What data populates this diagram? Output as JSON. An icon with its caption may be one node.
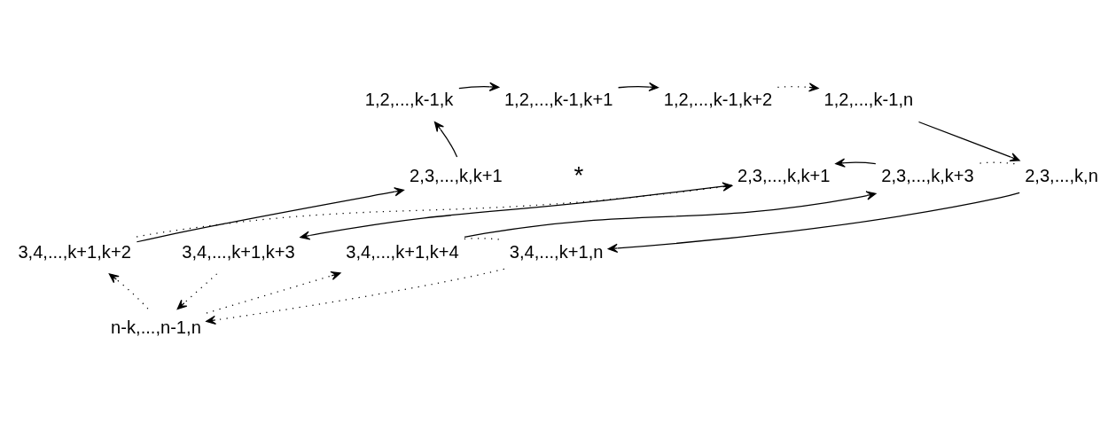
{
  "diagram": {
    "nodes": [
      {
        "text": [
          "1,2,...,k-1,k"
        ]
      },
      {
        "text": [
          "1,2,...,k-1,k+1"
        ]
      },
      {
        "text": [
          "1,2,...,k-1,k+2"
        ]
      },
      {
        "text": [
          "1,2,...,k-1,n"
        ]
      },
      {
        "text": [
          "2,3,...,k,k+1"
        ]
      },
      {
        "text": [
          "2,3,...,k,k+1"
        ]
      },
      {
        "text": [
          "2,3,...,k,k+3"
        ]
      },
      {
        "text": [
          "2,3,...,k,n"
        ]
      },
      {
        "text": [
          "3,4,...,k+1,k+2"
        ]
      },
      {
        "text": [
          "3,4,...,k+1,k+3"
        ]
      },
      {
        "text": [
          "3,4,...,k+1,k+4"
        ]
      },
      {
        "text": [
          "3,4,...,k+1,n"
        ]
      },
      {
        "text": [
          "n-k,...,n-1,n"
        ]
      }
    ],
    "edges": [
      {
        "from": 0,
        "to": 1,
        "arrow": "to"
      },
      {
        "from": 1,
        "to": 2,
        "arrow": "to"
      },
      {
        "from": 2,
        "to": 3,
        "arrow": "to",
        "style": "dashed"
      },
      {
        "from": 4,
        "to": 0,
        "arrow": "to"
      },
      {
        "from": 6,
        "to": 5,
        "arrow": "to"
      },
      {
        "from": 6,
        "to": 7,
        "arrow": "none",
        "style": "dashed"
      },
      {
        "from": 3,
        "to": 7,
        "arrow": "to"
      },
      {
        "from": 8,
        "to": 4,
        "arrow": "to"
      },
      {
        "from": 8,
        "to": 5,
        "arrow": "to",
        "style": "dashed"
      },
      {
        "from": 5,
        "to": 9,
        "arrow": "to"
      },
      {
        "from": 10,
        "to": 6,
        "arrow": "to"
      },
      {
        "from": 10,
        "to": 11,
        "arrow": "none",
        "style": "dashed"
      },
      {
        "from": 7,
        "to": 11,
        "arrow": "to"
      },
      {
        "from": 12,
        "to": 8,
        "arrow": "to",
        "style": "dashed"
      },
      {
        "from": 9,
        "to": 12,
        "arrow": "to",
        "style": "dashed"
      },
      {
        "from": 12,
        "to": 10,
        "arrow": "to",
        "style": "dashed"
      },
      {
        "from": 11,
        "to": 12,
        "arrow": "to",
        "style": "dashed"
      }
    ],
    "labels": [
      "*"
    ]
  }
}
